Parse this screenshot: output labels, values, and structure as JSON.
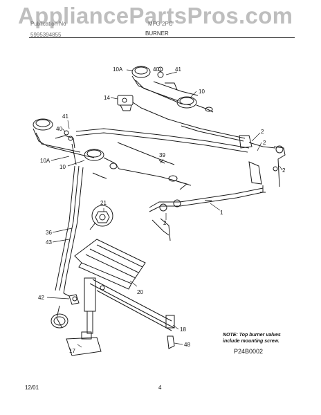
{
  "watermark": "AppliancePartsPros.com",
  "header": {
    "left_line1": "Publication No",
    "left_line2": "5995394855",
    "right_line1": "MFG 2PC",
    "title": "BURNER"
  },
  "callouts": {
    "c10a_top": "10A",
    "c40_top": "40",
    "c41_top": "41",
    "c10_top": "10",
    "c14": "14",
    "c2_a": "2",
    "c2_b": "2",
    "c41_left": "41",
    "c40_left": "40",
    "c10a_left": "10A",
    "c10_left": "10",
    "c39": "39",
    "c21": "21",
    "c36": "36",
    "c43": "43",
    "c1": "1",
    "c2_c": "2",
    "c42": "42",
    "c20": "20",
    "c18": "18",
    "c48": "48",
    "c17": "17"
  },
  "note": {
    "line1": "NOTE: Top burner valves",
    "line2": "include mounting screw."
  },
  "drawing_code": "P24B0002",
  "footer": {
    "date": "12/01",
    "page": "4"
  },
  "colors": {
    "ink": "#1a1a1a",
    "watermark": "#8a8a8a"
  }
}
